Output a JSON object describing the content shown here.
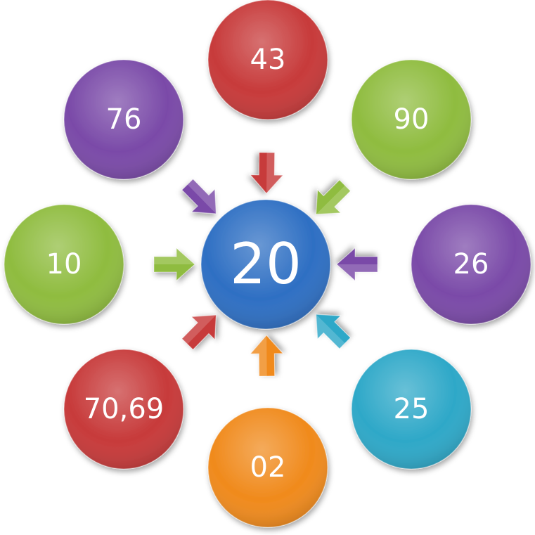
{
  "center": {
    "value": "20",
    "color": "#2e6fc3"
  },
  "nodes": [
    {
      "id": "top",
      "value": "43",
      "color": "#c73a3a"
    },
    {
      "id": "top-right",
      "value": "90",
      "color": "#8fbc3f"
    },
    {
      "id": "right",
      "value": "26",
      "color": "#7a4aa8"
    },
    {
      "id": "bottom-right",
      "value": "25",
      "color": "#2ea8c8"
    },
    {
      "id": "bottom",
      "value": "02",
      "color": "#f08a1c"
    },
    {
      "id": "bottom-left",
      "value": "70,69",
      "color": "#c73a3a"
    },
    {
      "id": "left",
      "value": "10",
      "color": "#8fbc3f"
    },
    {
      "id": "top-left",
      "value": "76",
      "color": "#7a4aa8"
    }
  ]
}
